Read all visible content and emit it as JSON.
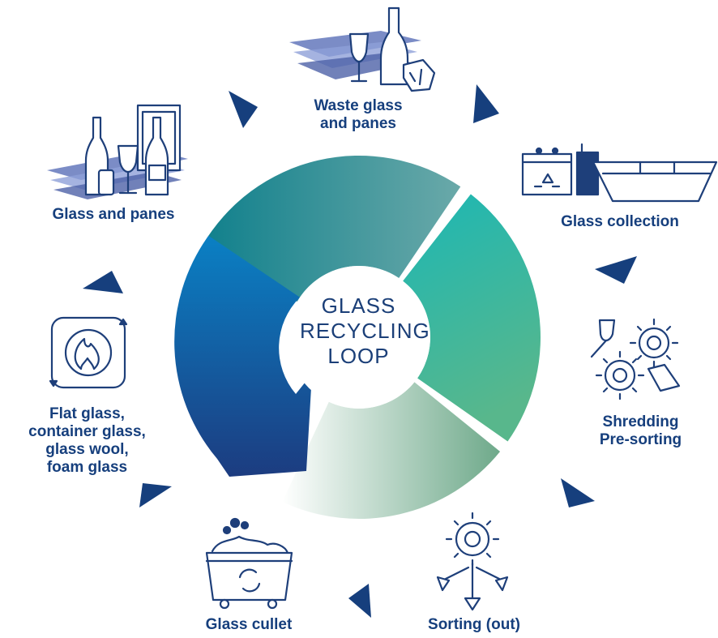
{
  "center_title": [
    "GLASS",
    "RECYCLING",
    "LOOP"
  ],
  "stages": [
    {
      "id": "waste",
      "lines": [
        "Waste glass",
        "and panes"
      ],
      "icon": "waste-glass-icon"
    },
    {
      "id": "collection",
      "lines": [
        "Glass collection"
      ],
      "icon": "glass-collection-icon"
    },
    {
      "id": "shredding",
      "lines": [
        "Shredding",
        "Pre-sorting"
      ],
      "icon": "shredding-gears-icon"
    },
    {
      "id": "sorting",
      "lines": [
        "Sorting (out)"
      ],
      "icon": "sorting-gear-icon"
    },
    {
      "id": "cullet",
      "lines": [
        "Glass cullet"
      ],
      "icon": "cullet-bin-icon"
    },
    {
      "id": "products",
      "lines": [
        "Flat glass,",
        "container glass,",
        "glass wool,",
        "foam glass"
      ],
      "icon": "melting-furnace-icon"
    },
    {
      "id": "panes",
      "lines": [
        "Glass and panes"
      ],
      "icon": "glass-and-panes-icon"
    }
  ],
  "colors": {
    "text": "#163f7d",
    "icon_stroke": "#1e3f7a",
    "arrow": "#163f7d",
    "segment_teal_dark": "#10808c",
    "segment_teal_light": "#22b5b0",
    "segment_green": "#5ab88a",
    "segment_blue": "#0a7fc4",
    "segment_navy": "#1c3c80"
  }
}
